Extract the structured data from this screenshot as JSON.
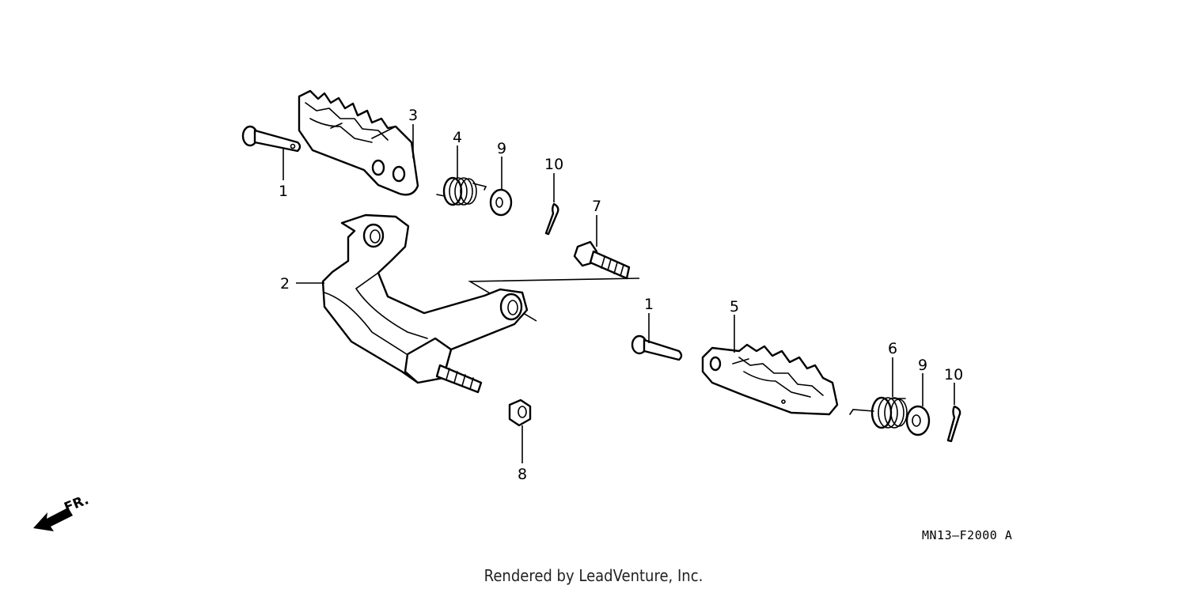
{
  "diagram": {
    "callouts": [
      "1",
      "2",
      "3",
      "4",
      "9",
      "10",
      "7",
      "1",
      "5",
      "6",
      "9",
      "10",
      "8"
    ],
    "front_indicator": "FR.",
    "figure_code": "MN13–F2000 A",
    "credit": "Rendered by LeadVenture, Inc."
  }
}
